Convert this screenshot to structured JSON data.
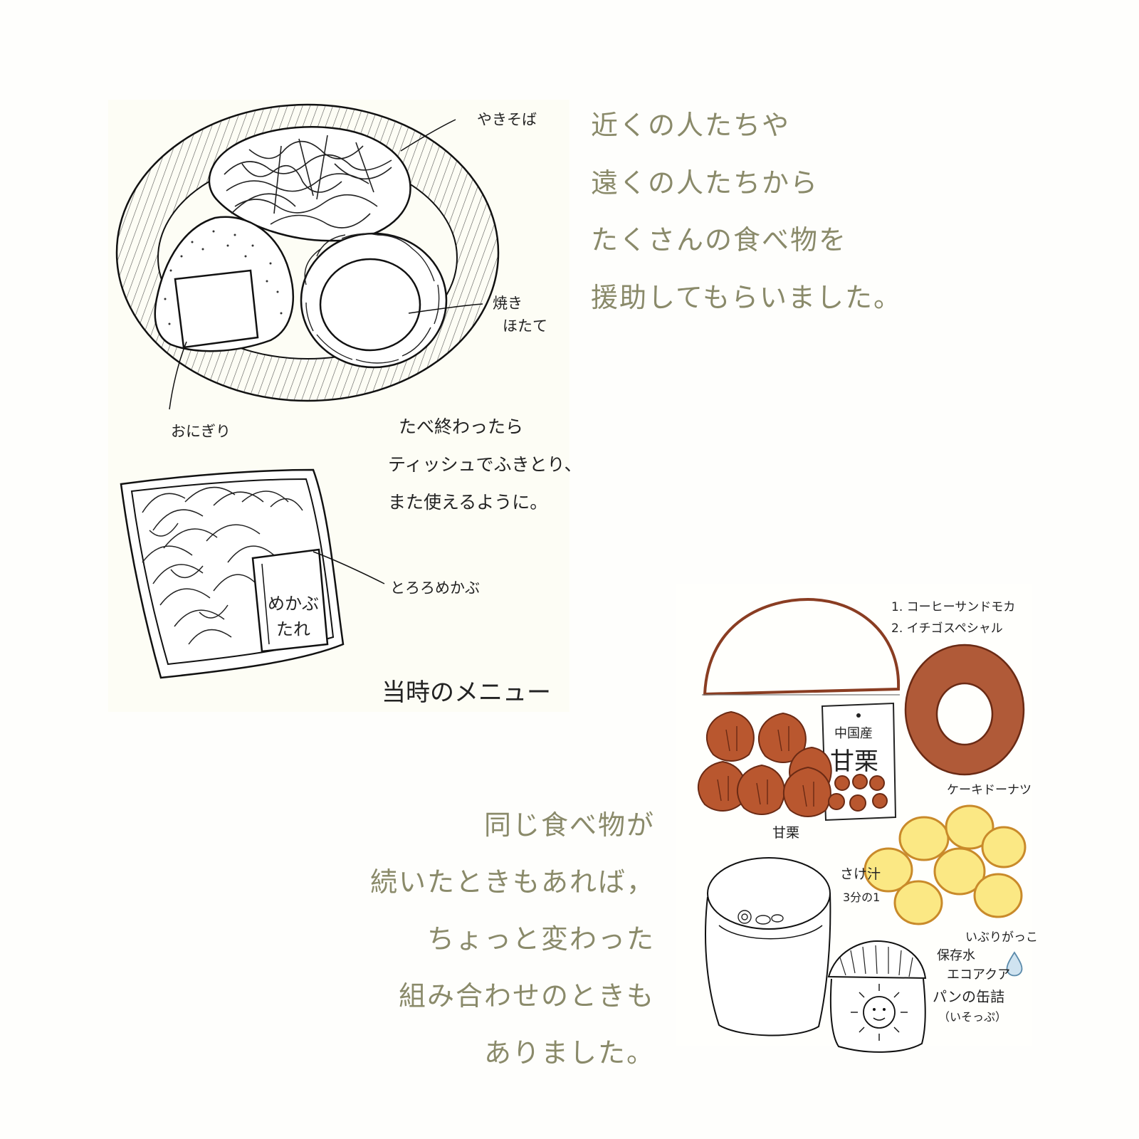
{
  "narrative_top": [
    "近くの人たちや",
    "遠くの人たちから",
    "たくさんの食べ物を",
    "援助してもらいました。"
  ],
  "narrative_bottom": [
    "同じ食べ物が",
    "続いたときもあれば，",
    "ちょっと変わった",
    "組み合わせのときも",
    "ありました。"
  ],
  "plate_labels": {
    "yakisoba": "やきそば",
    "scallop_line1": "焼き",
    "scallop_line2": "ほたて",
    "onigiri": "おにぎり"
  },
  "plate_note": [
    "たべ終わったら",
    "ティッシュでふきとり、",
    "また使えるように。"
  ],
  "mekabu_label": "とろろめかぶ",
  "mekabu_pack": "めかぶ たれ",
  "menu_caption": "当時のメニュー",
  "bread_list": [
    "1. コーヒーサンドモカ",
    "2. イチゴスペシャル"
  ],
  "chestnut_bag": {
    "line1": "中国産",
    "line2": "甘栗"
  },
  "chestnut_label": "甘栗",
  "donut_label": "ケーキドーナツ",
  "sake_soup_line1": "さけ汁",
  "sake_soup_line2": "3分の1",
  "potato_label": "いぶりがっこ",
  "water_line1": "保存水",
  "water_line2": "エコアクア",
  "bread_can_line1": "パンの缶詰",
  "bread_can_line2": "（いそっぷ）"
}
